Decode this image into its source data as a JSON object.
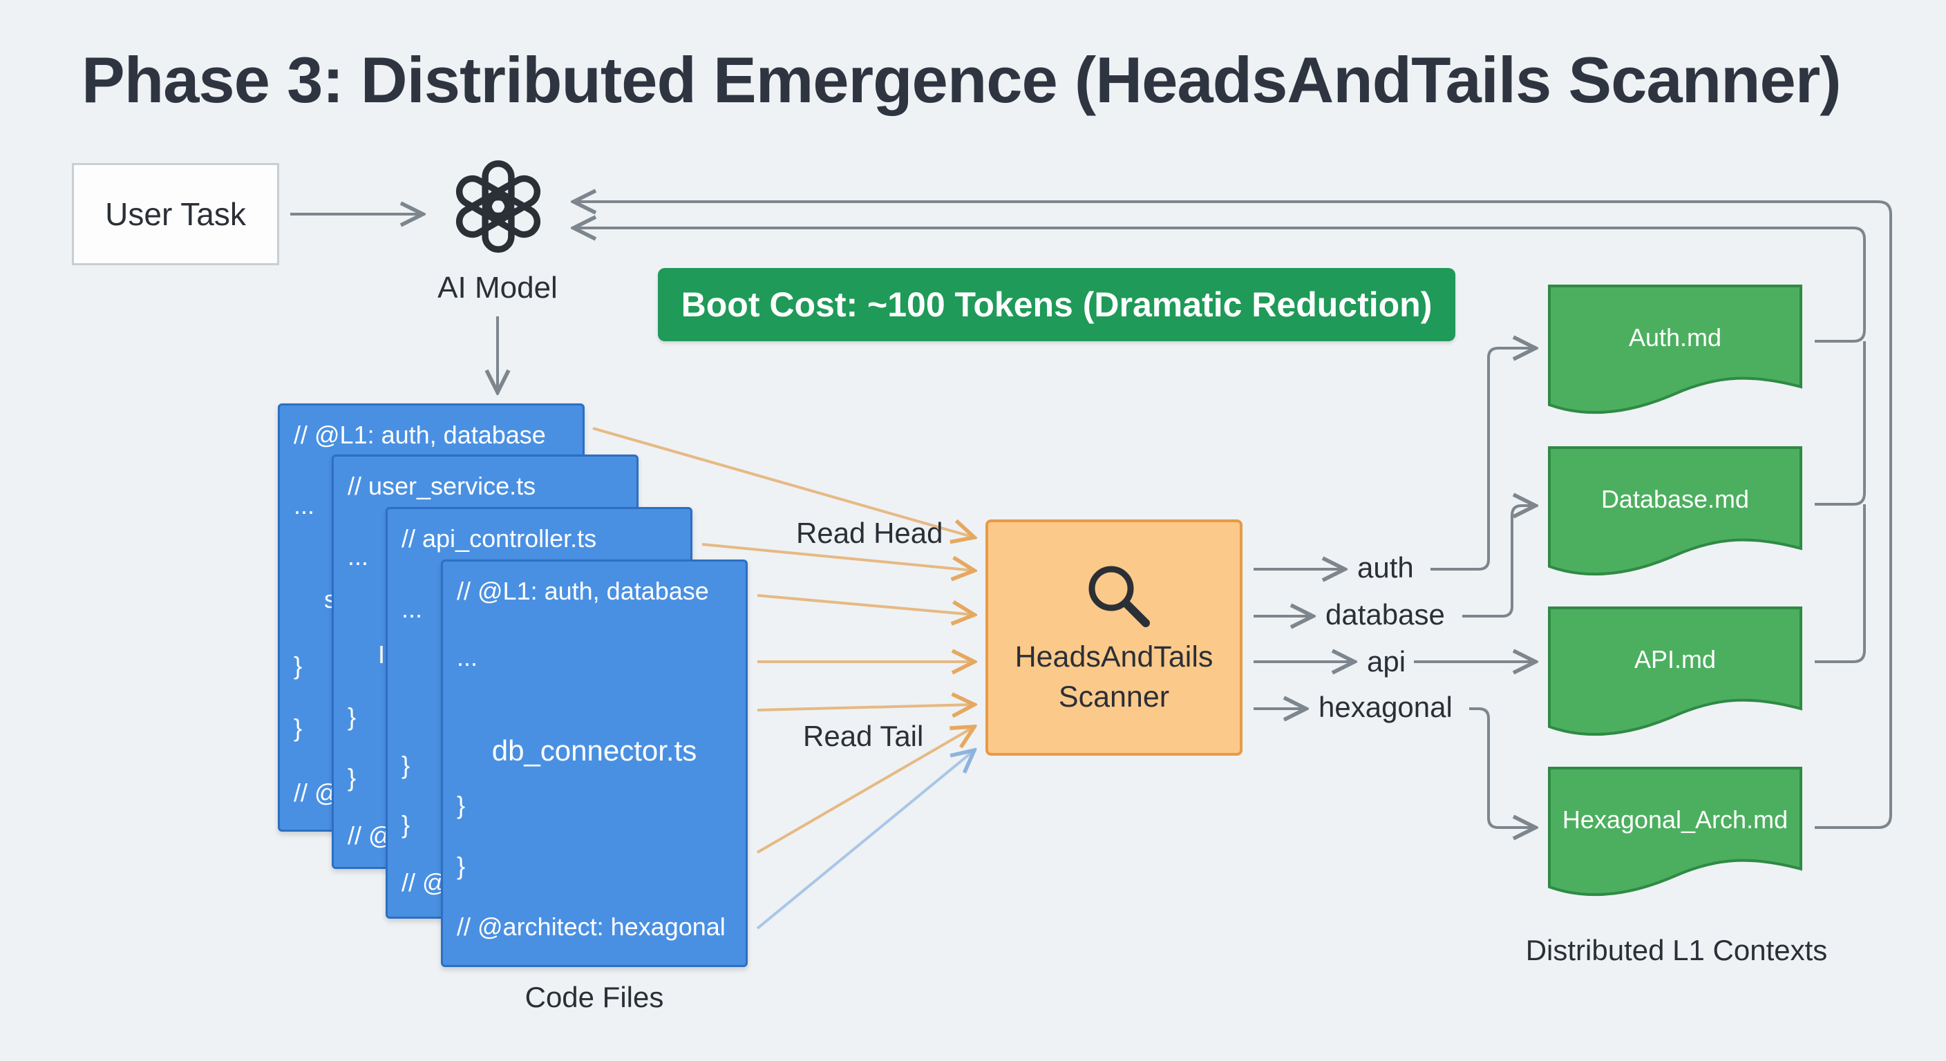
{
  "title": "Phase 3: Distributed Emergence (HeadsAndTails Scanner)",
  "user_task": "User Task",
  "ai_model": {
    "label": "AI Model",
    "icon": "openai-logo-icon"
  },
  "boot_cost": "Boot Cost: ~100 Tokens (Dramatic Reduction)",
  "code_files": {
    "label": "Code Files",
    "files": [
      {
        "head": "// @L1: auth, database",
        "line2": "...",
        "stub": "s",
        "close1": "}",
        "close2": "}",
        "tail": "// @"
      },
      {
        "head": "// user_service.ts",
        "line2": "...",
        "stub": "I",
        "close1": "}",
        "close2": "}",
        "tail": "// @"
      },
      {
        "head": "// api_controller.ts",
        "line2": "...",
        "close1": "}",
        "close2": "}",
        "tail": "// @"
      },
      {
        "head": "// @L1: auth, database",
        "line2": "...",
        "name": "db_connector.ts",
        "close1": "}",
        "close2": "}",
        "tail": "// @architect: hexagonal"
      }
    ]
  },
  "read_head": "Read Head",
  "read_tail": "Read Tail",
  "scanner": {
    "label": "HeadsAndTails Scanner",
    "icon": "magnifier-icon"
  },
  "tags": [
    "auth",
    "database",
    "api",
    "hexagonal"
  ],
  "contexts": {
    "label": "Distributed L1 Contexts",
    "docs": [
      "Auth.md",
      "Database.md",
      "API.md",
      "Hexagonal_Arch.md"
    ]
  },
  "colors": {
    "file_blue": "#4a90e2",
    "scanner_orange": "#fbc98a",
    "doc_green": "#4caf5f",
    "boot_green": "#1f9a58",
    "head_arrow": "#e6b983",
    "tail_arrow": "#a9c6e6"
  }
}
